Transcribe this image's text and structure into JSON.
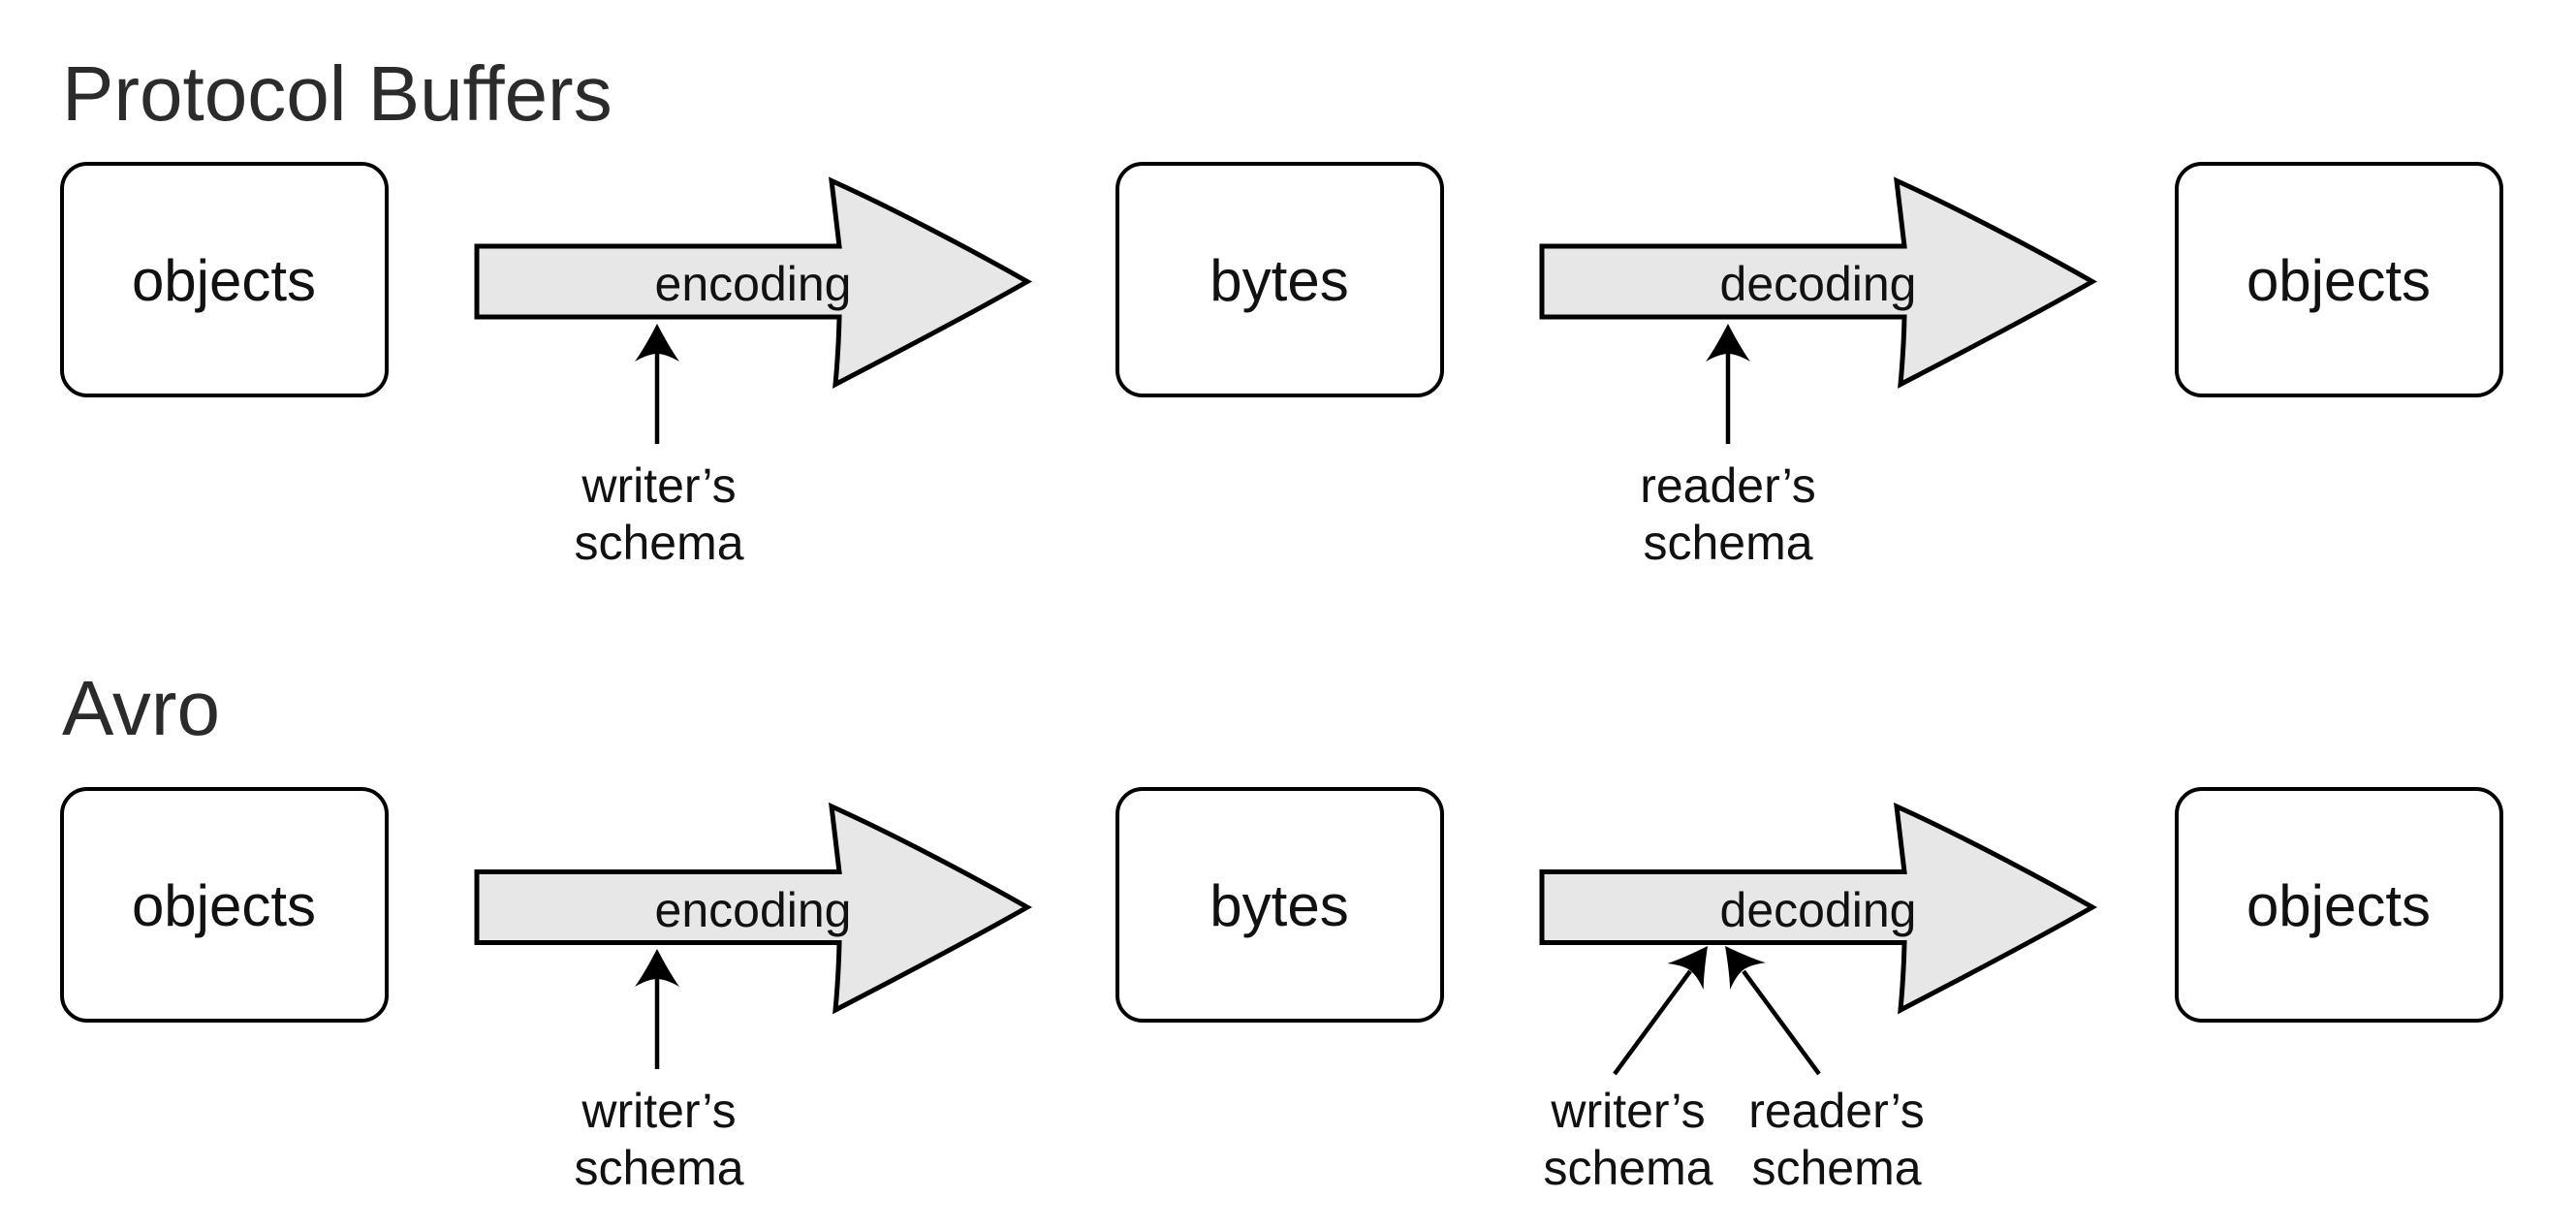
{
  "colors": {
    "background": "#ffffff",
    "arrow_fill": "#e7e7e7",
    "outline": "#000000",
    "title_text": "#2b2b2b",
    "label_text": "#111111"
  },
  "sections": [
    {
      "title": "Protocol Buffers",
      "boxes": [
        {
          "label": "objects"
        },
        {
          "label": "bytes"
        },
        {
          "label": "objects"
        }
      ],
      "flow_arrows": [
        {
          "label": "encoding"
        },
        {
          "label": "decoding"
        }
      ],
      "schema_labels": [
        {
          "line1": "writer’s",
          "line2": "schema",
          "points_to": "encoding"
        },
        {
          "line1": "reader’s",
          "line2": "schema",
          "points_to": "decoding"
        }
      ]
    },
    {
      "title": "Avro",
      "boxes": [
        {
          "label": "objects"
        },
        {
          "label": "bytes"
        },
        {
          "label": "objects"
        }
      ],
      "flow_arrows": [
        {
          "label": "encoding"
        },
        {
          "label": "decoding"
        }
      ],
      "schema_labels": [
        {
          "line1": "writer’s",
          "line2": "schema",
          "points_to": "encoding"
        },
        {
          "line1": "writer’s",
          "line2": "schema",
          "points_to": "decoding"
        },
        {
          "line1": "reader’s",
          "line2": "schema",
          "points_to": "decoding"
        }
      ]
    }
  ]
}
